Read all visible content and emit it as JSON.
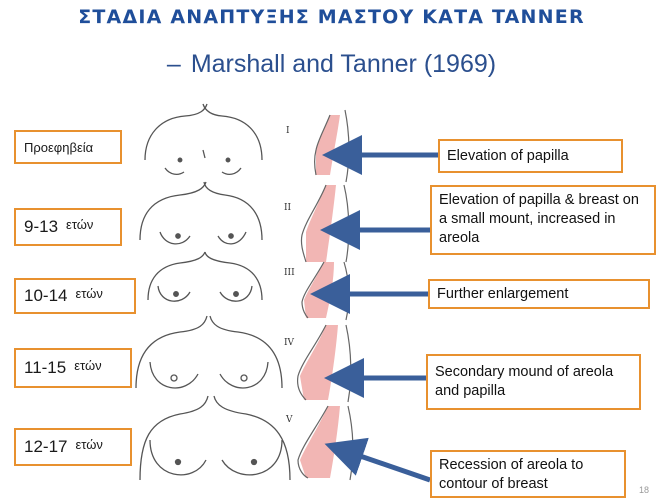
{
  "title": "ΣΤΑΔΙΑ ΑΝΑΠΤΥΞΗΣ ΜΑΣΤΟΥ ΚΑΤΑ TANNER",
  "subtitle_dash": "–",
  "subtitle": "Marshall and Tanner (1969)",
  "stages": [
    {
      "roman": "I",
      "age_num": "Προεφηβεία",
      "age_unit": "",
      "description": "Elevation of papilla"
    },
    {
      "roman": "II",
      "age_num": "9-13",
      "age_unit": "ετών",
      "description": "Elevation of papilla & breast on a small mount, increased in areola"
    },
    {
      "roman": "III",
      "age_num": "10-14",
      "age_unit": "ετών",
      "description": "Further enlargement"
    },
    {
      "roman": "IV",
      "age_num": "11-15",
      "age_unit": "ετών",
      "description": "Secondary mound of areola and papilla"
    },
    {
      "roman": "V",
      "age_num": "12-17",
      "age_unit": "ετών",
      "description": "Recession of areola to contour of breast"
    }
  ],
  "slide_number": "18",
  "colors": {
    "title": "#1f4e9a",
    "box_border": "#e8912f",
    "arrow": "#3a5f9a",
    "profile_fill": "#f2b6b4"
  }
}
